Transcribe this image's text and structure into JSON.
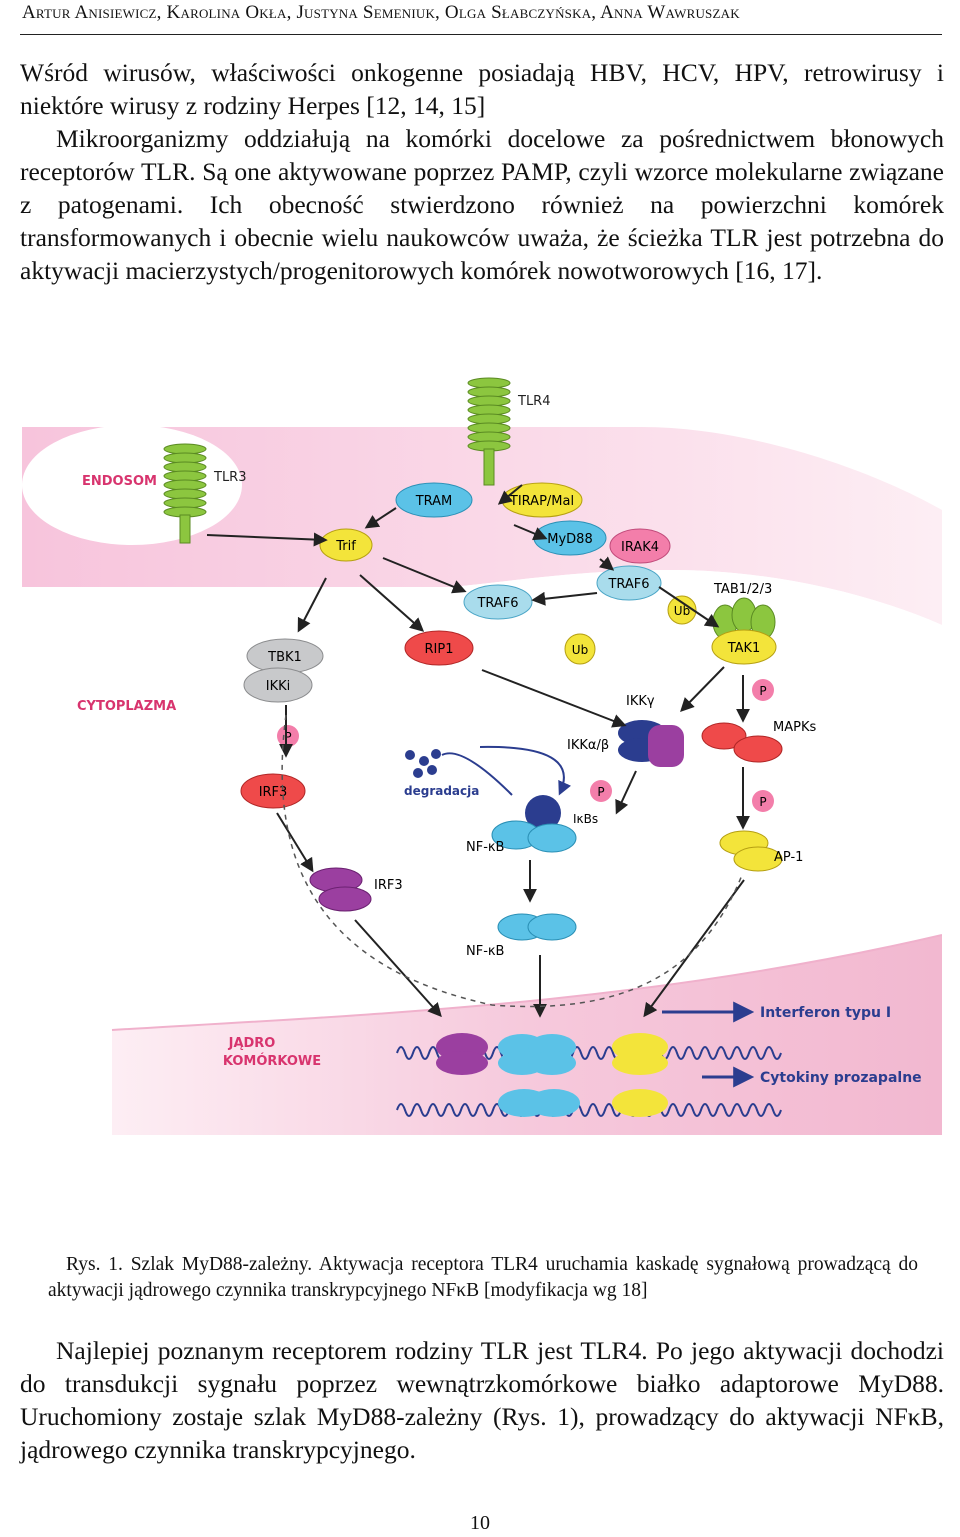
{
  "header": {
    "authors": "Artur Anisiewicz, Karolina Okła, Justyna Semeniuk, Olga Słabczyńska, Anna Wawruszak"
  },
  "intro": {
    "p1": "Wśród wirusów, właściwości onkogenne posiadają HBV, HCV, HPV, retrowirusy i niektóre wirusy z rodziny Herpes [12, 14, 15]",
    "p2": "Mikroorganizmy oddziałują na komórki docelowe za pośrednictwem błonowych receptorów TLR. Są one aktywowane poprzez PAMP, czyli wzorce molekularne związane z patogenami. Ich obecność stwierdzono również na powierzchni komórek transformowanych i obecnie wielu naukowców uważa, że ścieżka TLR jest potrzebna do aktywacji macierzystych/progenitorowych komórek nowotworowych [16, 17]."
  },
  "figure": {
    "labels": {
      "endosome": "ENDOSOM",
      "tlr3": "TLR3",
      "tlr4": "TLR4",
      "tram": "TRAM",
      "tirap": "TIRAP/Mal",
      "trif": "Trif",
      "myd88": "MyD88",
      "irak4": "IRAK4",
      "traf6_a": "TRAF6",
      "traf6_b": "TRAF6",
      "tab": "TAB1/2/3",
      "ub1": "Ub",
      "ub2": "Ub",
      "tak1": "TAK1",
      "tbk1": "TBK1",
      "ikki": "IKKi",
      "rip1": "RIP1",
      "cytoplasm": "CYTOPLAZMA",
      "ikkg": "IKKγ",
      "ikkab": "IKKα/β",
      "p1": "P",
      "p2": "P",
      "p3": "P",
      "p4": "P",
      "irf3_a": "IRF3",
      "irf3_b": "IRF3",
      "degradation": "degradacja",
      "ikbs": "IκBs",
      "nfkb_a": "NF-κB",
      "nfkb_b": "NF-κB",
      "mapks": "MAPKs",
      "ap1": "AP-1",
      "nucleus_1": "JĄDRO",
      "nucleus_2": "KOMÓRKOWE",
      "interferon": "Interferon typu I",
      "cytokines": "Cytokiny prozapalne"
    },
    "colors": {
      "membrane": "#f7cde0",
      "green": "#8cc63f",
      "blue": "#5bc2e7",
      "yellow": "#f3e43a",
      "red": "#ef4a4a",
      "pink": "#f37eaa",
      "purple": "#9b3fa0",
      "navy": "#2b3d8f",
      "gray": "#c8c9cb",
      "lightblue": "#a9dcec"
    }
  },
  "caption": {
    "line": "Rys. 1. Szlak MyD88-zależny. Aktywacja receptora TLR4 uruchamia kaskadę sygnałową prowadzącą do aktywacji jądrowego czynnika transkrypcyjnego NFκB [modyfikacja wg 18]"
  },
  "body2": {
    "p1": "Najlepiej poznanym receptorem rodziny TLR jest TLR4. Po jego aktywacji dochodzi do transdukcji sygnału poprzez wewnątrzkomórkowe białko adaptorowe MyD88. Uruchomiony zostaje szlak MyD88-zależny (Rys. 1), prowadzący do aktywacji NFκB, jądrowego czynnika transkrypcyjnego."
  },
  "page_number": "10"
}
